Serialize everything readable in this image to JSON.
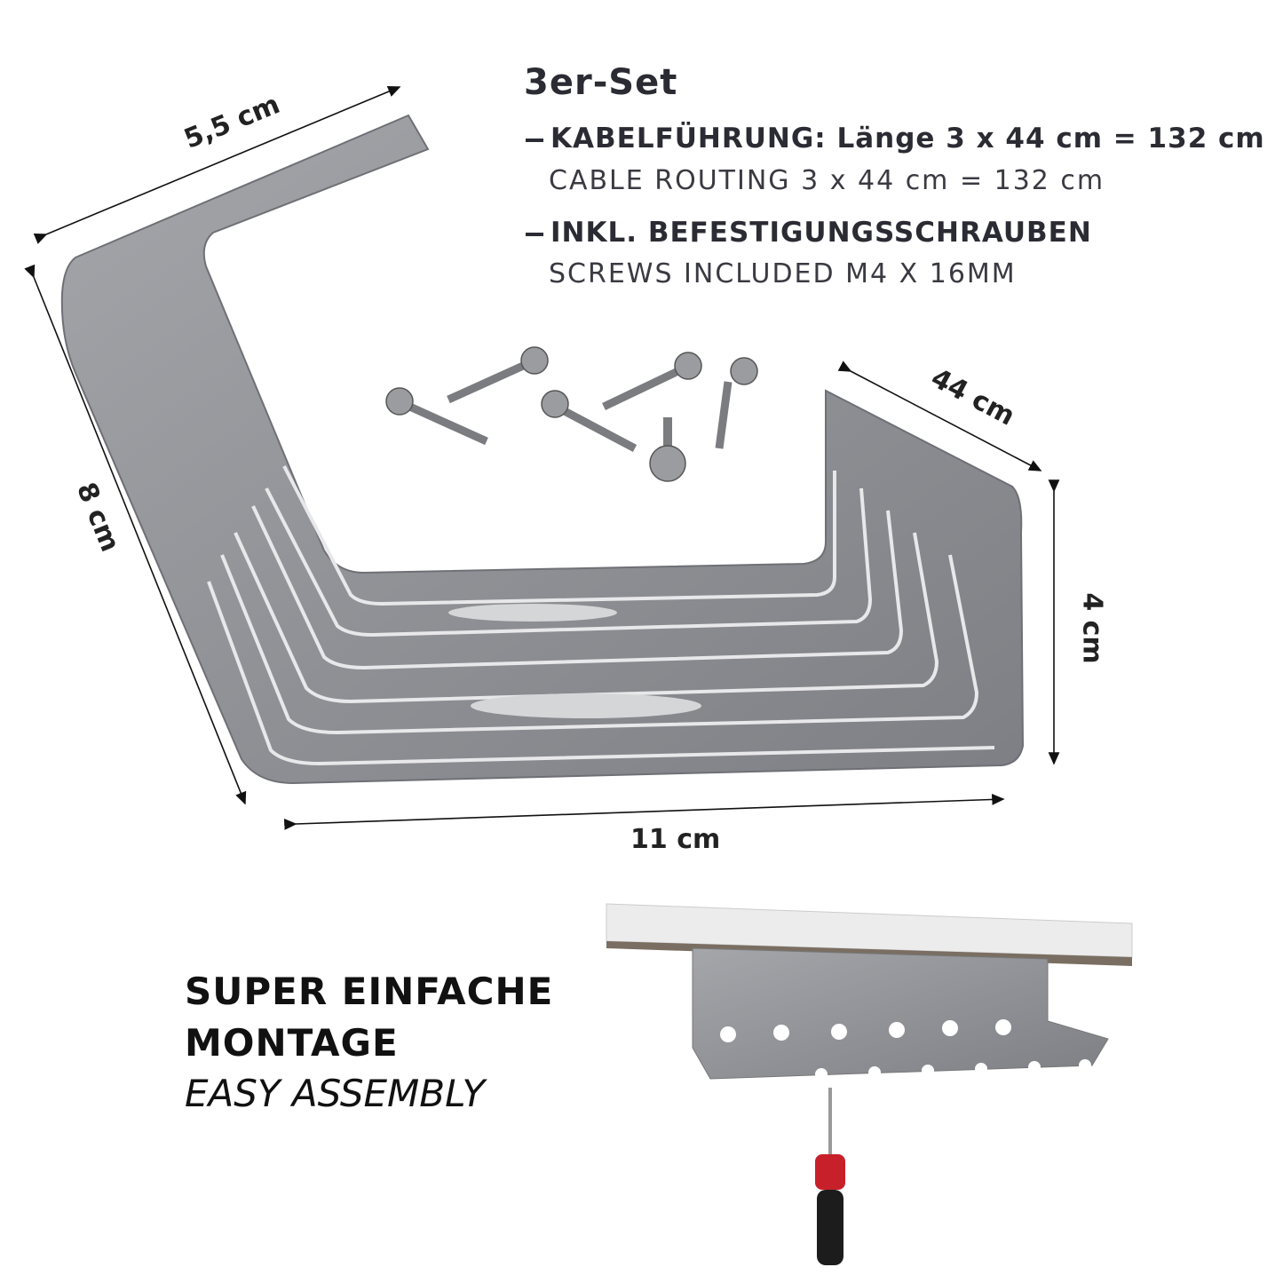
{
  "heading": "3er-Set",
  "features": [
    {
      "title": "KABELFÜHRUNG: Länge 3 x 44 cm = 132 cm",
      "subtitle": "CABLE ROUTING 3 x 44 cm = 132 cm"
    },
    {
      "title": "INKL. BEFESTIGUNGSSCHRAUBEN",
      "subtitle": "SCREWS INCLUDED M4 X 16MM"
    }
  ],
  "dimensions": {
    "top": "5,5 cm",
    "left": "8 cm",
    "bottom": "11 cm",
    "right_depth": "44 cm",
    "right_height": "4 cm"
  },
  "assembly": {
    "line1": "SUPER EINFACHE",
    "line2": "MONTAGE",
    "line3": "EASY ASSEMBLY"
  },
  "colors": {
    "metal": "#8e9094",
    "text": "#2b2b33",
    "handle_red": "#c8202a"
  }
}
